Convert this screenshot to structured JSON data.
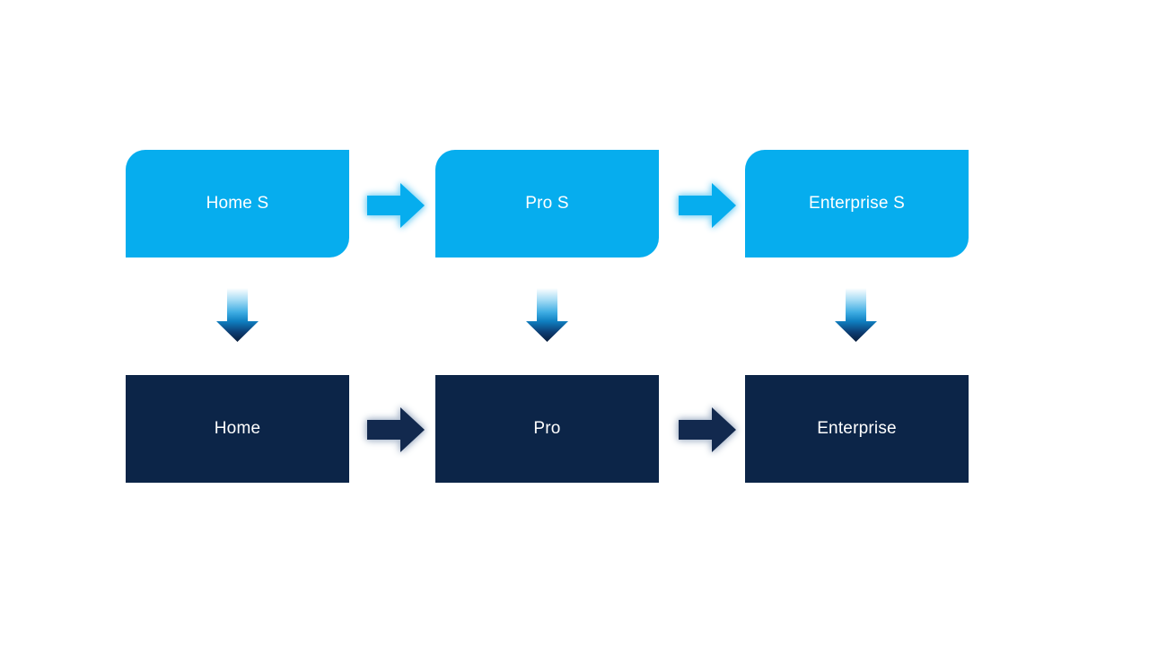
{
  "diagram": {
    "type": "process-upgrade-flow",
    "columns": [
      {
        "top_label": "Home S",
        "bottom_label": "Home"
      },
      {
        "top_label": "Pro S",
        "bottom_label": "Pro"
      },
      {
        "top_label": "Enterprise S",
        "bottom_label": "Enterprise"
      }
    ],
    "colors": {
      "top_box": "#06ADEE",
      "bottom_box": "#0C2548",
      "text": "#FFFFFF",
      "top_arrow": "#06ADEE",
      "top_arrow_glow": "#8FD8F6",
      "bottom_arrow": "#12294E",
      "bottom_arrow_glow": "#B4C0D1",
      "down_arrow_gradient": [
        "#FFFFFF",
        "#A6DCF5",
        "#3FADE3",
        "#0F7FC0",
        "#0D3E74",
        "#091D3B"
      ]
    }
  }
}
